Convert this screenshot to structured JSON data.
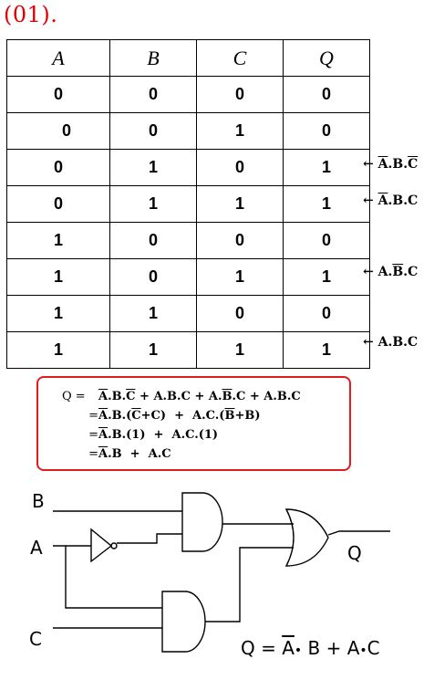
{
  "title": "(01).",
  "truth_table": {
    "headers": [
      "A",
      "B",
      "C",
      "Q"
    ],
    "rows": [
      [
        "0",
        "0",
        "0",
        "0"
      ],
      [
        "0",
        "0",
        "1",
        "0"
      ],
      [
        "0",
        "1",
        "0",
        "1"
      ],
      [
        "0",
        "1",
        "1",
        "1"
      ],
      [
        "1",
        "0",
        "0",
        "0"
      ],
      [
        "1",
        "0",
        "1",
        "1"
      ],
      [
        "1",
        "1",
        "0",
        "0"
      ],
      [
        "1",
        "1",
        "1",
        "1"
      ]
    ]
  },
  "row_notes": {
    "arrow": "←",
    "row3": {
      "a": "A",
      "s1": ".B.",
      "c": "C"
    },
    "row4": {
      "a": "A",
      "rest": ".B.C"
    },
    "row6": {
      "pre": "A.",
      "b": "B",
      "post": ".C"
    },
    "row8": {
      "text": "A.B.C"
    }
  },
  "expression": {
    "line1": {
      "lhs": "Q =",
      "a1": "A",
      "p1": ".B.",
      "c1": "C",
      "p2": " + A.B.C + A.",
      "b1": "B",
      "p3": ".C + A.B.C"
    },
    "line2": {
      "lhs": "=",
      "a": "A",
      "p1": ".B.(",
      "c": "C",
      "p2": "+C)  +  A.C.(",
      "b": "B",
      "p3": "+B)"
    },
    "line3": {
      "lhs": "=",
      "a": "A",
      "p1": ".B.(1)  +  A.C.(1)"
    },
    "line4": {
      "lhs": "=",
      "a": "A",
      "p1": ".B  +  A.C"
    }
  },
  "circuit": {
    "labels": {
      "b": "B",
      "a": "A",
      "c": "C",
      "q": "Q"
    },
    "formula": {
      "pre": "Q = ",
      "a": "A",
      "dot1": "•",
      "b": " B + A",
      "dot2": "•",
      "c": "C"
    }
  }
}
